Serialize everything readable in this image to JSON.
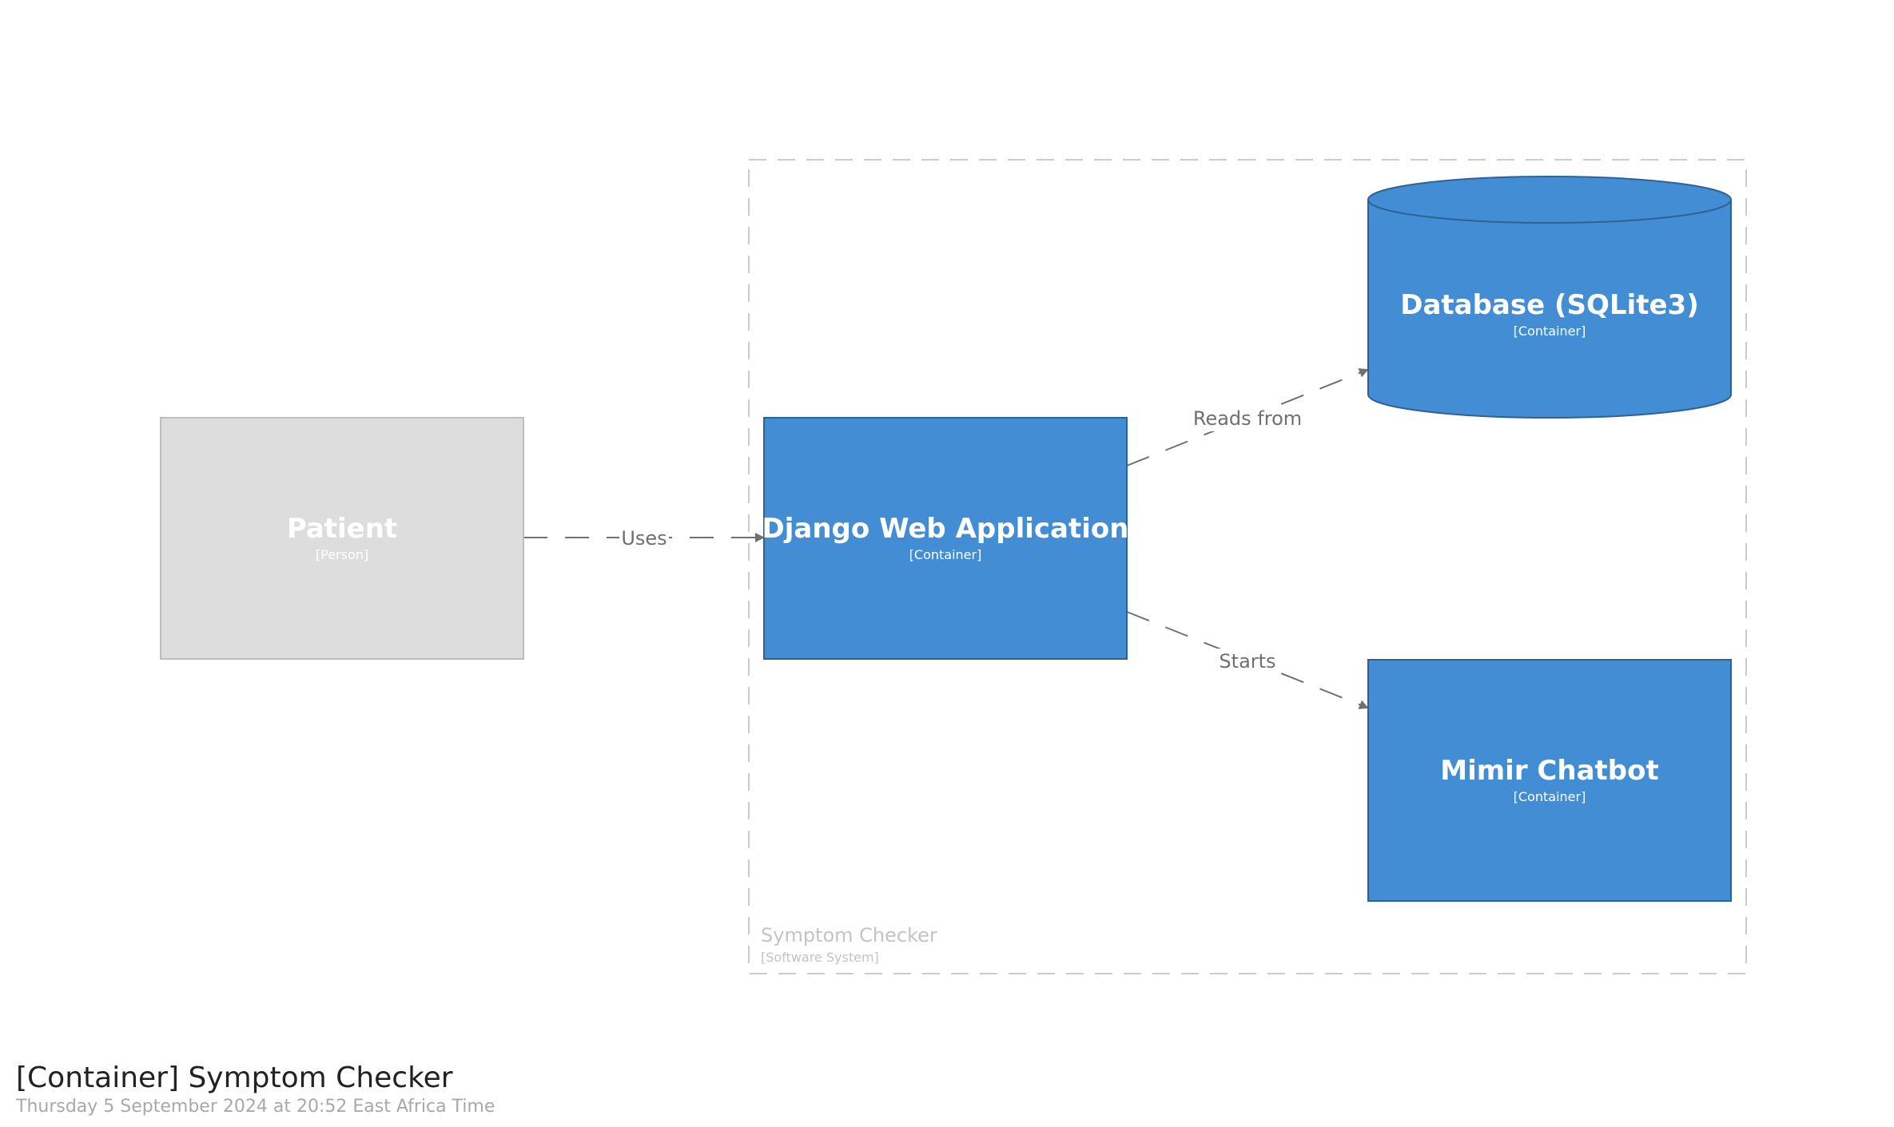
{
  "diagram": {
    "title": "[Container] Symptom Checker",
    "subtitle": "Thursday 5 September 2024 at 20:52 East Africa Time",
    "colors": {
      "person": "#dddddd",
      "container": "#438dd5",
      "edge": "#707070",
      "boundary": "#cccccc"
    },
    "boundary": {
      "name": "Symptom Checker",
      "type": "[Software System]"
    },
    "nodes": {
      "patient": {
        "name": "Patient",
        "type": "[Person]"
      },
      "webapp": {
        "name": "Django Web Application",
        "type": "[Container]"
      },
      "database": {
        "name": "Database (SQLite3)",
        "type": "[Container]"
      },
      "chatbot": {
        "name": "Mimir Chatbot",
        "type": "[Container]"
      }
    },
    "edges": [
      {
        "from": "Patient",
        "to": "Django Web Application",
        "label": "Uses"
      },
      {
        "from": "Django Web Application",
        "to": "Database (SQLite3)",
        "label": "Reads from"
      },
      {
        "from": "Django Web Application",
        "to": "Mimir Chatbot",
        "label": "Starts"
      }
    ]
  }
}
